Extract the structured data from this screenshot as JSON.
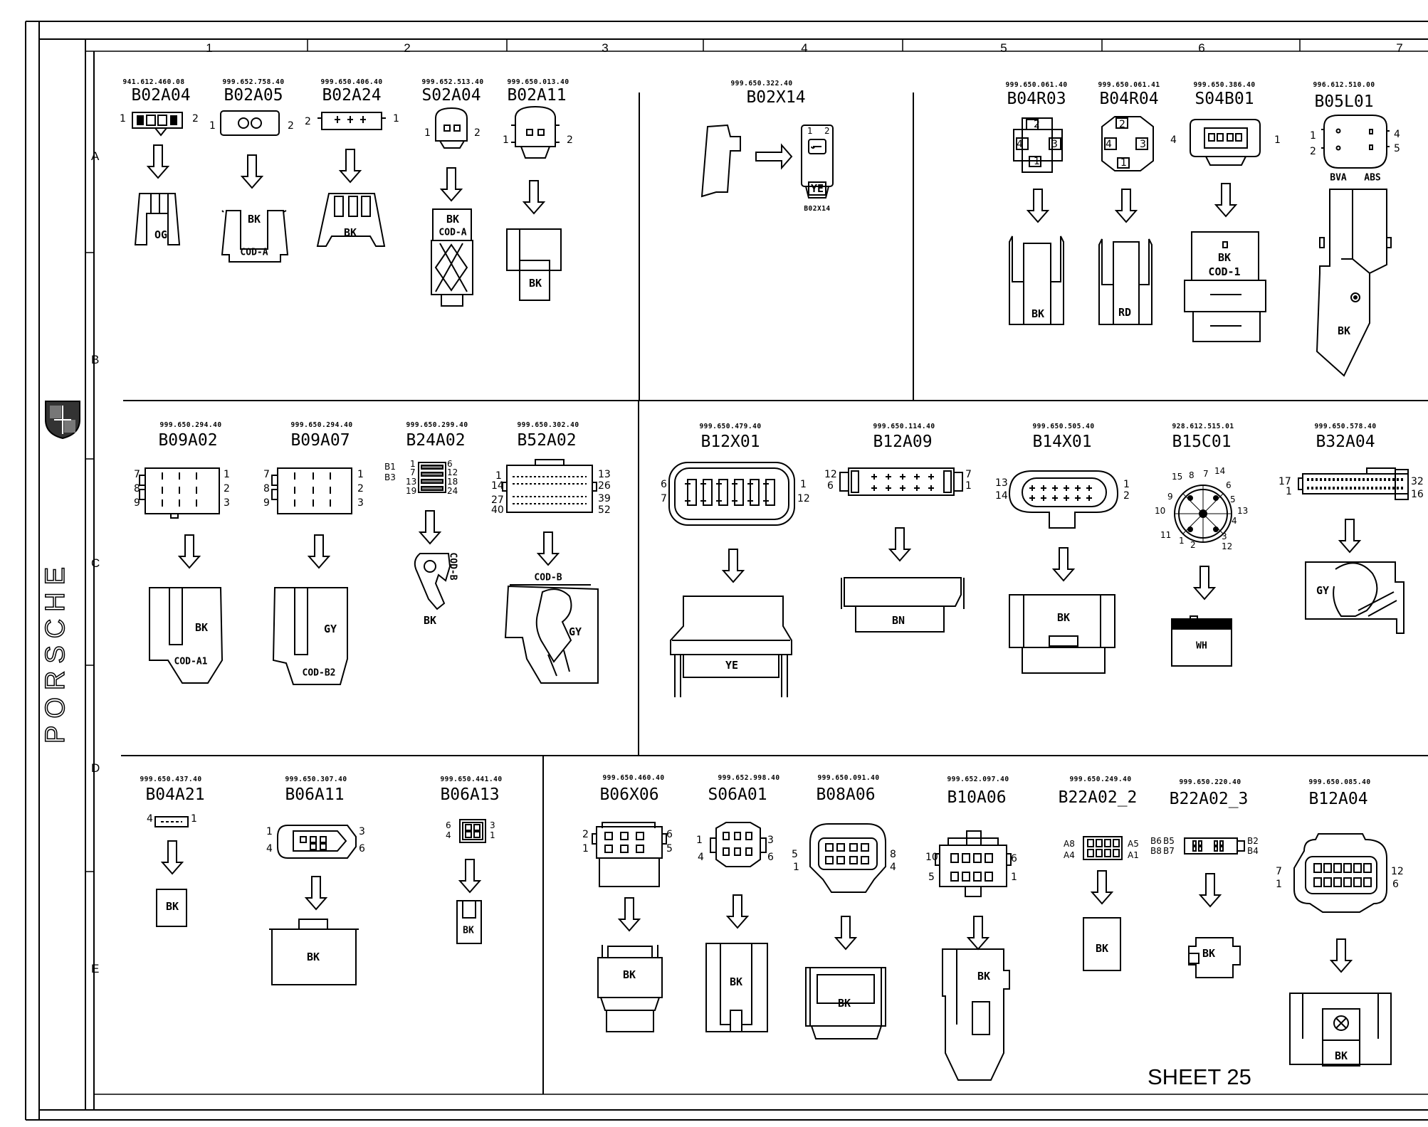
{
  "sheet": "SHEET 25",
  "brand": "PORSCHE",
  "columns": [
    "1",
    "2",
    "3",
    "4",
    "5",
    "6",
    "7"
  ],
  "rows": [
    "A",
    "B",
    "C",
    "D",
    "E"
  ],
  "connectors": [
    {
      "id": "b02a04",
      "code": "B02A04",
      "part": "941.612.460.08",
      "pins": [
        "1",
        "2"
      ],
      "label": "OG"
    },
    {
      "id": "b02a05",
      "code": "B02A05",
      "part": "999.652.758.40",
      "pins": [
        "1",
        "2"
      ],
      "label": "BK",
      "label2": "COD-A"
    },
    {
      "id": "b02a24",
      "code": "B02A24",
      "part": "999.650.406.40",
      "pins": [
        "2",
        "1"
      ],
      "label": "BK"
    },
    {
      "id": "s02a04",
      "code": "S02A04",
      "part": "999.652.513.40",
      "pins": [
        "1",
        "2"
      ],
      "label": "BK",
      "label2": "COD-A"
    },
    {
      "id": "b02a11",
      "code": "B02A11",
      "part": "999.650.013.40",
      "pins": [
        "1",
        "2"
      ],
      "label": "BK"
    },
    {
      "id": "b02x14",
      "code": "B02X14",
      "part": "999.650.322.40",
      "pins": [
        "1",
        "2"
      ],
      "label": "YE",
      "label2": "B02X14"
    },
    {
      "id": "b04r03",
      "code": "B04R03",
      "part": "999.650.061.40",
      "pins": [
        "2",
        "4",
        "3",
        "1"
      ],
      "label": "BK"
    },
    {
      "id": "b04r04",
      "code": "B04R04",
      "part": "999.650.061.41",
      "pins": [
        "2",
        "4",
        "3",
        "1"
      ],
      "label": "RD"
    },
    {
      "id": "s04b01",
      "code": "S04B01",
      "part": "999.650.386.40",
      "pins": [
        "4",
        "1"
      ],
      "label": "BK",
      "label2": "COD-1"
    },
    {
      "id": "b05l01",
      "code": "B05L01",
      "part": "996.612.510.00",
      "pins": [
        "1",
        "2",
        "4",
        "5"
      ],
      "label": "BK",
      "label2": "BVA",
      "label3": "ABS"
    },
    {
      "id": "b09a02",
      "code": "B09A02",
      "part": "999.650.294.40",
      "pins": [
        "7",
        "8",
        "9",
        "1",
        "2",
        "3"
      ],
      "label": "BK",
      "label2": "COD-A1"
    },
    {
      "id": "b09a07",
      "code": "B09A07",
      "part": "999.650.294.40",
      "pins": [
        "7",
        "8",
        "9",
        "1",
        "2",
        "3"
      ],
      "label": "GY",
      "label2": "COD-B2"
    },
    {
      "id": "b24a02",
      "code": "B24A02",
      "part": "999.650.299.40",
      "pins": [
        "B1",
        "B3",
        "1",
        "7",
        "13",
        "19",
        "6",
        "12",
        "18",
        "24"
      ],
      "label": "BK",
      "label2": "COD-B"
    },
    {
      "id": "b52a02",
      "code": "B52A02",
      "part": "999.650.302.40",
      "pins": [
        "1",
        "14",
        "27",
        "40",
        "13",
        "26",
        "39",
        "52"
      ],
      "label": "GY",
      "label2": "COD-B"
    },
    {
      "id": "b12x01",
      "code": "B12X01",
      "part": "999.650.479.40",
      "pins": [
        "6",
        "7",
        "1",
        "12"
      ],
      "label": "YE"
    },
    {
      "id": "b12a09",
      "code": "B12A09",
      "part": "999.650.114.40",
      "pins": [
        "12",
        "6",
        "7",
        "1"
      ],
      "label": "BN"
    },
    {
      "id": "b14x01",
      "code": "B14X01",
      "part": "999.650.505.40",
      "pins": [
        "13",
        "14",
        "1",
        "2"
      ],
      "label": "BK"
    },
    {
      "id": "b15c01",
      "code": "B15C01",
      "part": "928.612.515.01",
      "pins": [
        "15",
        "8",
        "7",
        "14",
        "6",
        "9",
        "5",
        "10",
        "13",
        "4",
        "11",
        "1",
        "2",
        "3",
        "12"
      ],
      "label": "WH"
    },
    {
      "id": "b32a04",
      "code": "B32A04",
      "part": "999.650.578.40",
      "pins": [
        "17",
        "1",
        "32",
        "16"
      ],
      "label": "GY"
    },
    {
      "id": "b04a21",
      "code": "B04A21",
      "part": "999.650.437.40",
      "pins": [
        "4",
        "1"
      ],
      "label": "BK"
    },
    {
      "id": "b06a11",
      "code": "B06A11",
      "part": "999.650.307.40",
      "pins": [
        "1",
        "4",
        "3",
        "6"
      ],
      "label": "BK"
    },
    {
      "id": "b06a13",
      "code": "B06A13",
      "part": "999.650.441.40",
      "pins": [
        "6",
        "4",
        "3",
        "1"
      ],
      "label": "BK"
    },
    {
      "id": "b06x06",
      "code": "B06X06",
      "part": "999.650.460.40",
      "pins": [
        "2",
        "1",
        "6",
        "5"
      ],
      "label": "BK"
    },
    {
      "id": "s06a01",
      "code": "S06A01",
      "part": "999.652.998.40",
      "pins": [
        "1",
        "4",
        "3",
        "6"
      ],
      "label": "BK"
    },
    {
      "id": "b08a06",
      "code": "B08A06",
      "part": "999.650.091.40",
      "pins": [
        "5",
        "1",
        "8",
        "4"
      ],
      "label": "BK"
    },
    {
      "id": "b10a06",
      "code": "B10A06",
      "part": "999.652.097.40",
      "pins": [
        "10",
        "5",
        "6",
        "1"
      ],
      "label": "BK"
    },
    {
      "id": "b22a02_2",
      "code": "B22A02_2",
      "part": "999.650.249.40",
      "pins": [
        "A8",
        "A4",
        "A5",
        "A1"
      ],
      "label": "BK"
    },
    {
      "id": "b22a02_3",
      "code": "B22A02_3",
      "part": "999.650.220.40",
      "pins": [
        "B6",
        "B5",
        "B8",
        "B7",
        "B2",
        "B4"
      ],
      "label": "BK"
    },
    {
      "id": "b12a04",
      "code": "B12A04",
      "part": "999.650.085.40",
      "pins": [
        "7",
        "1",
        "12",
        "6"
      ],
      "label": "BK"
    }
  ]
}
